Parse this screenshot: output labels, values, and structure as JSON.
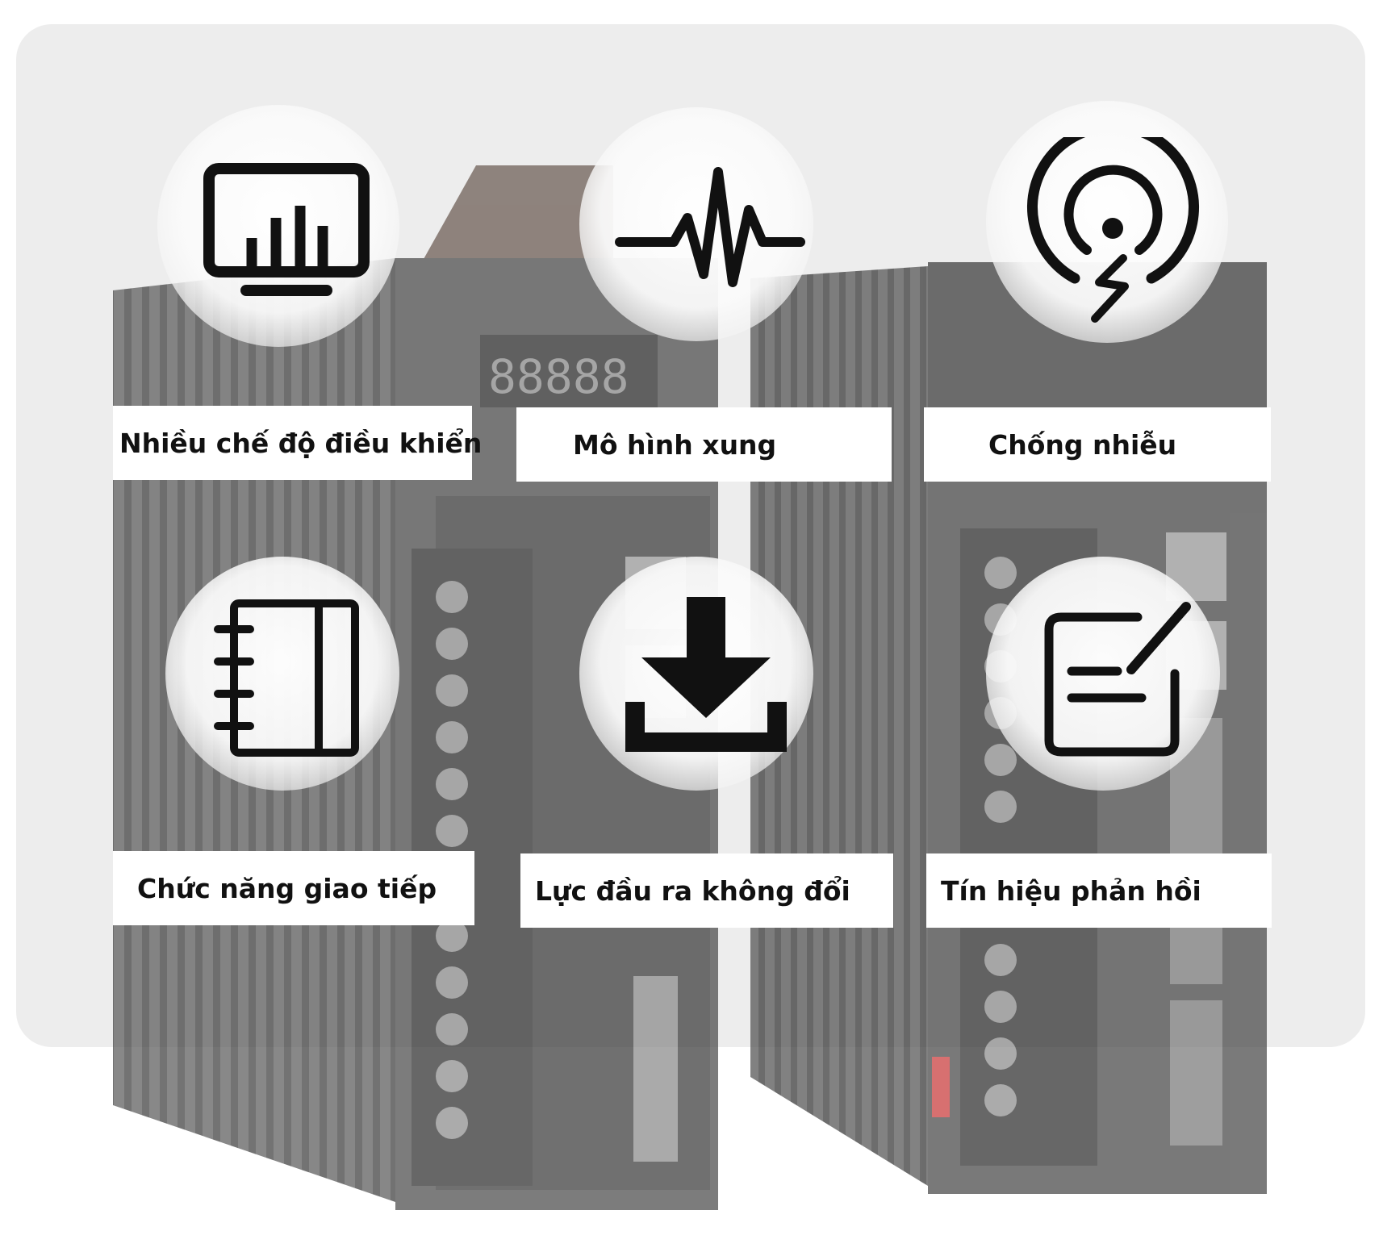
{
  "features": [
    {
      "label": "Nhiều chế độ điều khiển",
      "icon": "monitor-bar-chart-icon"
    },
    {
      "label": "Mô hình xung",
      "icon": "pulse-waveform-icon"
    },
    {
      "label": "Chống nhiễu",
      "icon": "signal-shield-icon"
    },
    {
      "label": "Chức năng giao tiếp",
      "icon": "notebook-icon"
    },
    {
      "label": "Lực đầu ra không đổi",
      "icon": "download-icon"
    },
    {
      "label": "Tín hiệu phản hồi",
      "icon": "edit-document-icon"
    }
  ],
  "colors": {
    "icon": "#111111",
    "label_bg": "#ffffff",
    "backdrop": "#ededed",
    "device_body": "#3a3a3a"
  }
}
